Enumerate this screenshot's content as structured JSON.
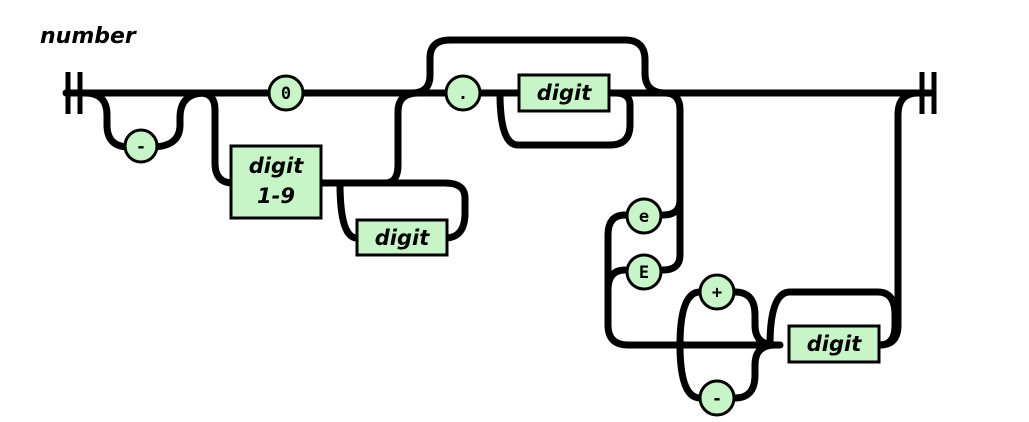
{
  "title": "number",
  "nodes": {
    "minus_sign": "-",
    "zero": "0",
    "digit_1_9_line1": "digit",
    "digit_1_9_line2": "1-9",
    "int_digit": "digit",
    "dot": ".",
    "frac_digit": "digit",
    "exp_e_lower": "e",
    "exp_e_upper": "E",
    "exp_plus": "+",
    "exp_minus": "-",
    "exp_digit": "digit"
  },
  "colors": {
    "node_fill": "#c8f5c8",
    "track": "#000000"
  }
}
